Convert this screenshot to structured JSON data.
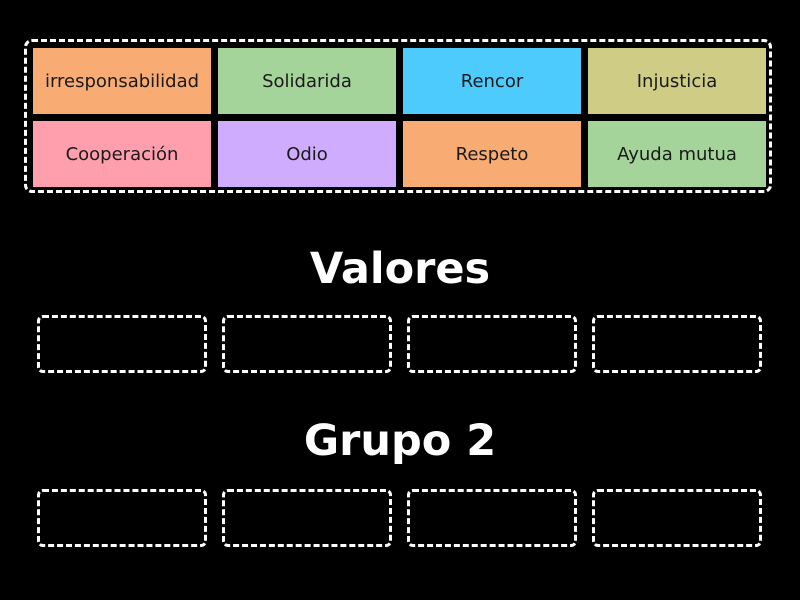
{
  "cards": [
    {
      "label": "irresponsabilidad",
      "color": "#f8ac74"
    },
    {
      "label": "Solidarida",
      "color": "#a4d49a"
    },
    {
      "label": "Rencor",
      "color": "#4dcbfd"
    },
    {
      "label": "Injusticia",
      "color": "#cfcc86"
    },
    {
      "label": "Cooperación",
      "color": "#ff9eac"
    },
    {
      "label": "Odio",
      "color": "#d0acfe"
    },
    {
      "label": "Respeto",
      "color": "#f8ac74"
    },
    {
      "label": "Ayuda mutua",
      "color": "#a4d49a"
    }
  ],
  "groups": [
    {
      "title": "Valores"
    },
    {
      "title": "Grupo 2"
    }
  ]
}
